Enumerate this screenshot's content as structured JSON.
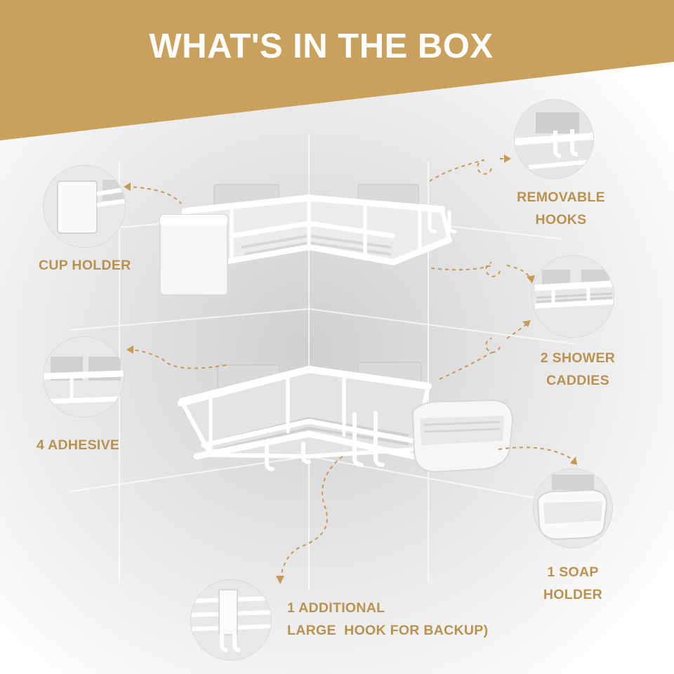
{
  "banner": {
    "title": "WHAT'S IN THE BOX",
    "color": "#c9a15c"
  },
  "accent_color": "#b99252",
  "labels": {
    "cup_holder": "CUP HOLDER",
    "removable_hooks": [
      "REMOVABLE",
      "HOOKS"
    ],
    "shower_caddies": [
      "2 SHOWER",
      "CADDIES"
    ],
    "adhesive": "4 ADHESIVE",
    "soap_holder": [
      "1 SOAP",
      "HOLDER"
    ],
    "large_hook": [
      "1 ADDITIONAL",
      "LARGE  HOOK FOR BACKUP)"
    ]
  }
}
